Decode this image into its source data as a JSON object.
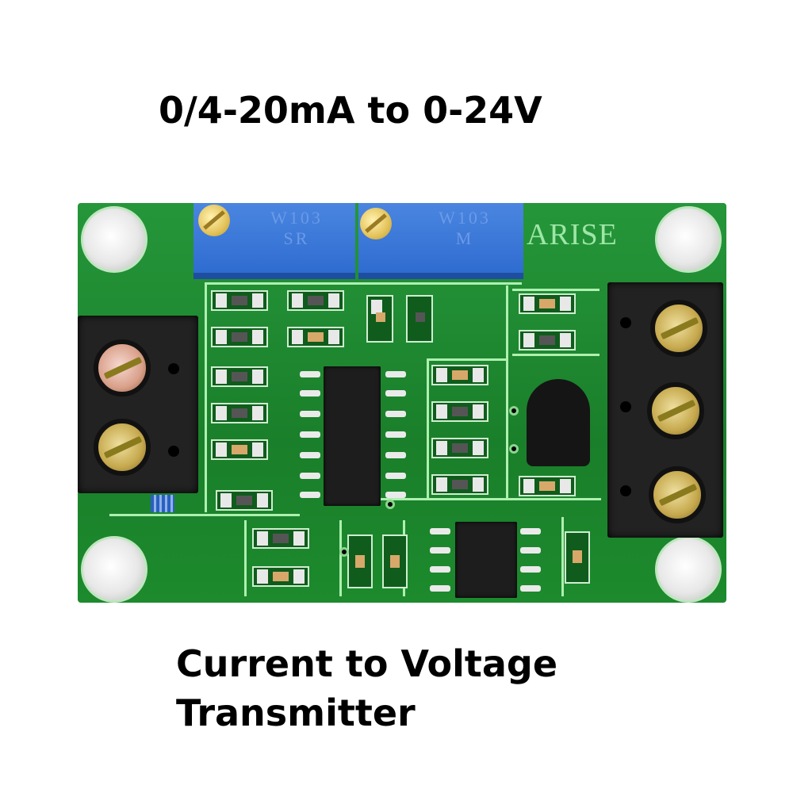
{
  "headline": "0/4-20mA to 0-24V",
  "caption": {
    "line1": "Current to Voltage",
    "line2": "Transmitter"
  },
  "board": {
    "silkscreen_brand": "ARISE",
    "trimmers": [
      {
        "label_line1": "W103",
        "label_line2": "SR"
      },
      {
        "label_line1": "W103",
        "label_line2": "M"
      }
    ],
    "input_terminal_screws": 2,
    "output_terminal_screws": 3,
    "colors": {
      "pcb": "#1f8a2e",
      "silkscreen": "#aef0b0",
      "trimmer": "#3a76d8",
      "terminal": "#222222"
    }
  }
}
